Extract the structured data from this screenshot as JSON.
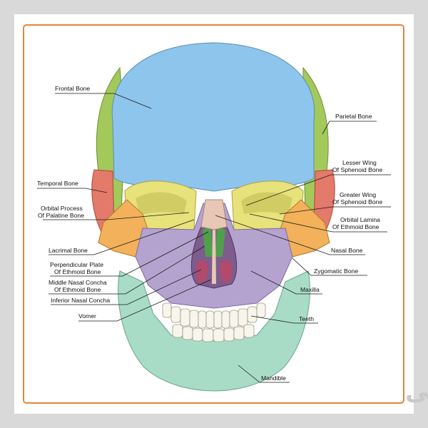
{
  "diagram": {
    "labels": {
      "frontal_bone": "Frontal Bone",
      "parietal_bone": "Parietal Bone",
      "lesser_wing_1": "Lesser Wing",
      "lesser_wing_2": "Of Sphenoid Bone",
      "temporal_bone": "Temporal Bone",
      "greater_wing_1": "Greater Wing",
      "greater_wing_2": "Of Sphenoid Bone",
      "orbital_process_1": "Orbital Process",
      "orbital_process_2": "Of Palatine Bone",
      "orbital_lamina_1": "Orbital Lamina",
      "orbital_lamina_2": "Of Ethmoid Bone",
      "lacrimal_bone": "Lacrimal Bone",
      "nasal_bone": "Nasal Bone",
      "perpendicular_plate_1": "Perpendicular Plate",
      "perpendicular_plate_2": "Of Ethmoid Bone",
      "zygomatic_bone": "Zygomatic Bone",
      "middle_nasal_concha_1": "Middle Nasal Concha",
      "middle_nasal_concha_2": "Of Ethmoid Bone",
      "maxilla": "Maxilla",
      "inferior_nasal_concha": "Inferior Nasal Concha",
      "vomer": "Vomer",
      "teeth": "Teeth",
      "mandible": "Mandible"
    },
    "colors": {
      "frontal": "#8ec5ec",
      "parietal": "#a3c95a",
      "temporal": "#e37a6a",
      "sphenoid_greater": "#e7e27a",
      "zygomatic": "#f2b15a",
      "maxilla": "#b5a3cf",
      "nasal": "#e9c7b6",
      "ethmoid": "#4fa04b",
      "mandible": "#a9dcc7",
      "teeth": "#f7f5ec",
      "frame": "#e8833a"
    }
  },
  "watermark": {
    "text": "باسلامی"
  }
}
